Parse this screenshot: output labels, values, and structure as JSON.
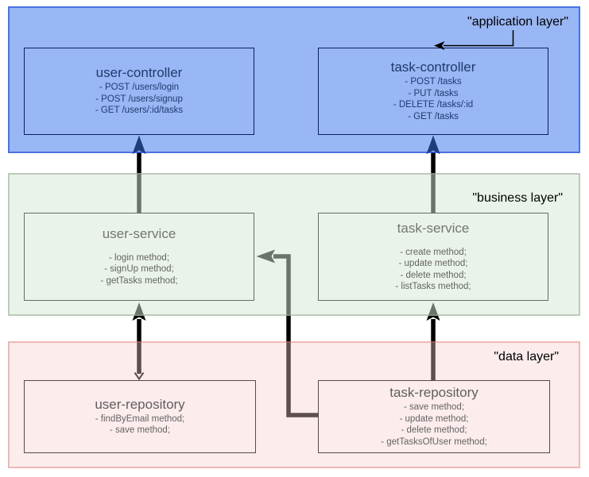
{
  "layers": [
    {
      "id": "application",
      "label": "\"application layer\"",
      "apparent_fill": "#9ab6f2"
    },
    {
      "id": "business",
      "label": "\"business layer\"",
      "apparent_fill": "#e7f0e6"
    },
    {
      "id": "data",
      "label": "\"data layer\"",
      "apparent_fill": "#fce9e8"
    }
  ],
  "boxes": {
    "user_controller": {
      "title": "user-controller",
      "methods": [
        "- POST /users/login",
        "- POST /users/signup",
        "- GET /users/:id/tasks"
      ]
    },
    "task_controller": {
      "title": "task-controller",
      "methods": [
        "- POST /tasks",
        "- PUT /tasks",
        "- DELETE /tasks/:id",
        "- GET /tasks"
      ]
    },
    "user_service": {
      "title": "user-service",
      "methods": [
        "- login method;",
        "- signUp method;",
        "- getTasks method;"
      ]
    },
    "task_service": {
      "title": "task-service",
      "methods": [
        "- create method;",
        "- update method;",
        "- delete method;",
        "- listTasks method;"
      ]
    },
    "user_repository": {
      "title": "user-repository",
      "methods": [
        "- findByEmail method;",
        "- save method;"
      ]
    },
    "task_repository": {
      "title": "task-repository",
      "methods": [
        "- save method;",
        "- update method;",
        "- delete method;",
        "- getTasksOfUser method;"
      ]
    }
  },
  "connectors": [
    {
      "from": "user-service",
      "to": "user-controller",
      "heads": "up"
    },
    {
      "from": "task-service",
      "to": "task-controller",
      "heads": "up"
    },
    {
      "from": "user-repository",
      "to": "user-service",
      "heads": "both"
    },
    {
      "from": "task-repository",
      "to": "task-service",
      "heads": "up"
    },
    {
      "from": "task-repository",
      "to": "user-service",
      "heads": "left"
    },
    {
      "from": "application-layer-label",
      "to": "task-controller",
      "heads": "left"
    }
  ],
  "colors": {
    "controller_text": "#1e3c6f",
    "controller_border": "#0c2258",
    "service_border": "#686c64",
    "repository_border": "#564a4a",
    "gray_text": "#646464",
    "arrow_black": "#000000",
    "arrow_in_blue": "#1b3a6b",
    "arrow_in_green": "#6e7b6e",
    "arrow_in_pink": "#5a4848"
  }
}
